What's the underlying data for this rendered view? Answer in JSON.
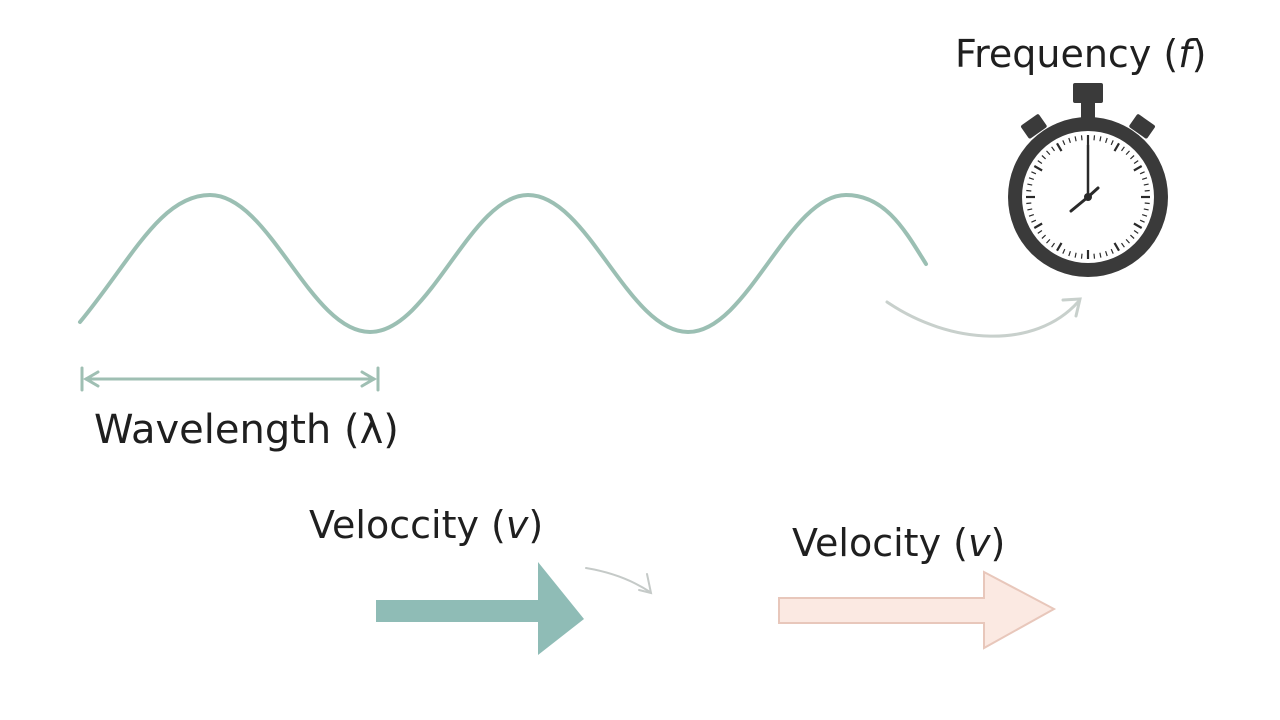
{
  "labels": {
    "frequency": {
      "text": "Frequency (",
      "symbol": "f",
      "close": ")"
    },
    "wavelength": {
      "text": "Wavelength (",
      "symbol": "λ",
      "close": ")"
    },
    "velocity_left": {
      "text": "Veloccity (",
      "symbol": "v",
      "close": ")"
    },
    "velocity_right": {
      "text": "Velocity (",
      "symbol": "v",
      "close": ")"
    }
  },
  "colors": {
    "wave": "#9bbfb3",
    "wavelength_marker": "#9fbfb3",
    "curved_arrow": "#c8d0cc",
    "stopwatch_body": "#3a3a3a",
    "stopwatch_face": "#ffffff",
    "velocity_arrow_left": "#8fbcb6",
    "velocity_arrow_right_fill": "#fbe9e2",
    "velocity_arrow_right_stroke": "#e8c7bb"
  },
  "icons": {
    "stopwatch": "stopwatch-icon"
  }
}
